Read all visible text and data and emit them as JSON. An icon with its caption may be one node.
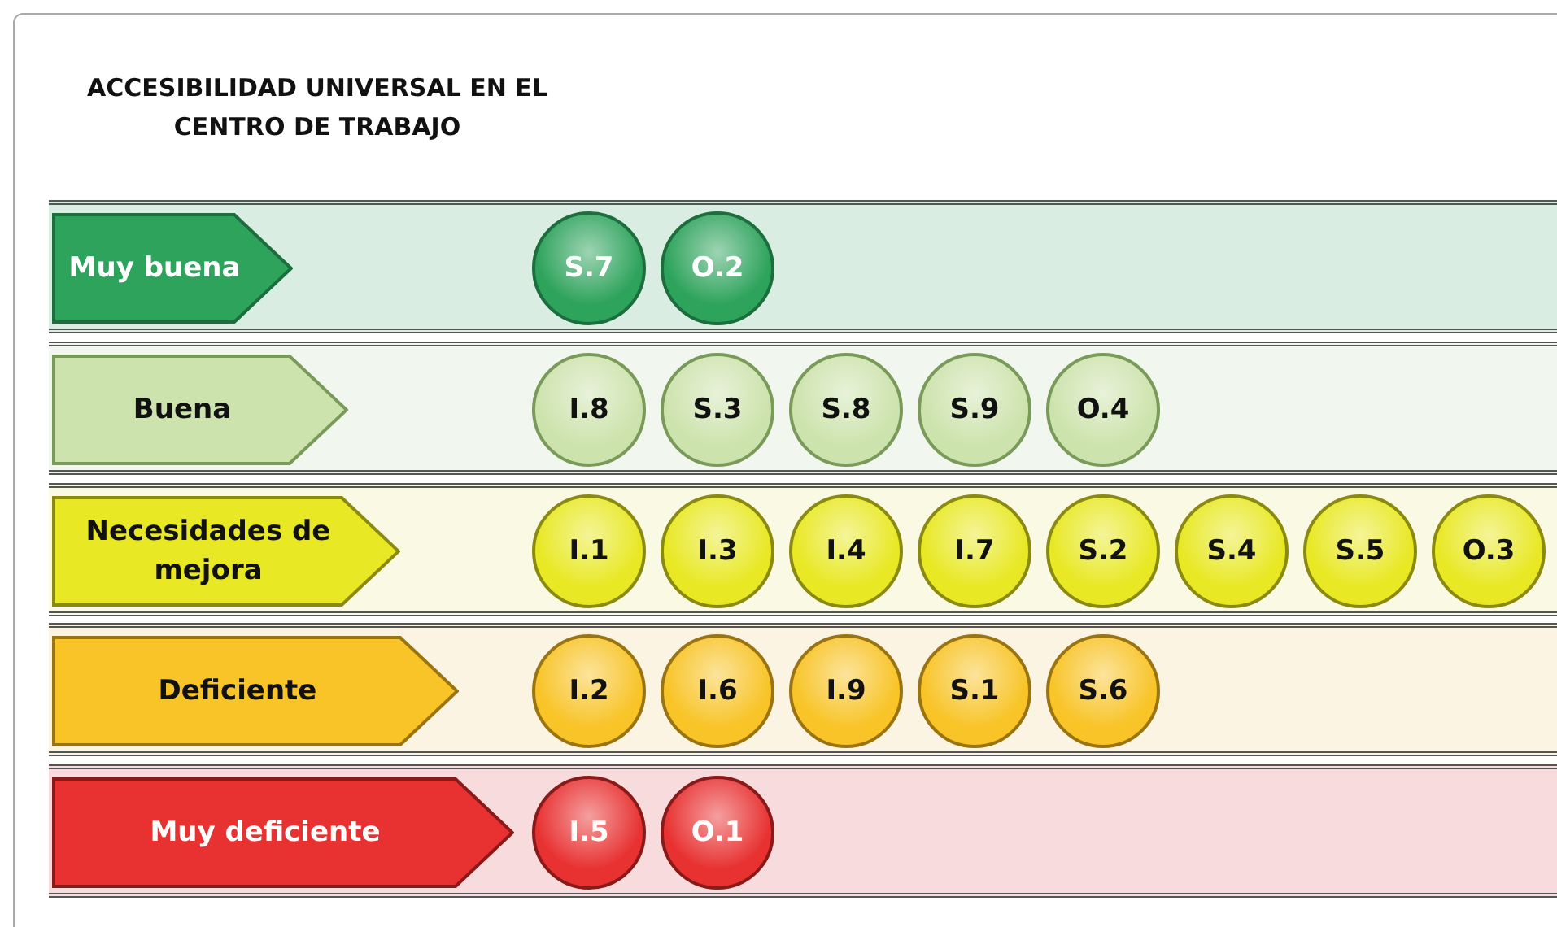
{
  "diagram": {
    "title": "ACCESIBILIDAD UNIVERSAL EN EL CENTRO DE TRABAJO",
    "nodes": [
      {
        "text": [],
        "shape": "bar"
      },
      {
        "text": [
          "Muy buena"
        ],
        "in": 0
      },
      {
        "text": [
          "S.7"
        ],
        "in": 0
      },
      {
        "text": [
          "O.2"
        ],
        "in": 0
      },
      {
        "text": [],
        "shape": "bar"
      },
      {
        "text": [
          "Buena"
        ],
        "in": 4
      },
      {
        "text": [
          "I.8"
        ],
        "in": 4
      },
      {
        "text": [
          "S.3"
        ],
        "in": 4
      },
      {
        "text": [
          "S.8"
        ],
        "in": 4
      },
      {
        "text": [
          "S.9"
        ],
        "in": 4
      },
      {
        "text": [
          "O.4"
        ],
        "in": 4
      },
      {
        "text": [],
        "shape": "bar"
      },
      {
        "text": [
          "Necesidades de mejora"
        ],
        "in": 11
      },
      {
        "text": [
          "I.1"
        ],
        "in": 11
      },
      {
        "text": [
          "I.3"
        ],
        "in": 11
      },
      {
        "text": [
          "I.4"
        ],
        "in": 11
      },
      {
        "text": [
          "I.7"
        ],
        "in": 11
      },
      {
        "text": [
          "S.2"
        ],
        "in": 11
      },
      {
        "text": [
          "S.4"
        ],
        "in": 11
      },
      {
        "text": [
          "S.5"
        ],
        "in": 11
      },
      {
        "text": [
          "O.3"
        ],
        "in": 11
      },
      {
        "text": [],
        "shape": "bar"
      },
      {
        "text": [
          "Deficiente"
        ],
        "in": 21
      },
      {
        "text": [
          "I.2"
        ],
        "in": 21
      },
      {
        "text": [
          "I.6"
        ],
        "in": 21
      },
      {
        "text": [
          "I.9"
        ],
        "in": 21
      },
      {
        "text": [
          "S.1"
        ],
        "in": 21
      },
      {
        "text": [
          "S.6"
        ],
        "in": 21
      },
      {
        "text": [],
        "shape": "bar"
      },
      {
        "text": [
          "Muy deficiente"
        ],
        "in": 28
      },
      {
        "text": [
          "I.5"
        ],
        "in": 28
      },
      {
        "text": [
          "O.1"
        ],
        "in": 28
      }
    ],
    "edges": []
  }
}
